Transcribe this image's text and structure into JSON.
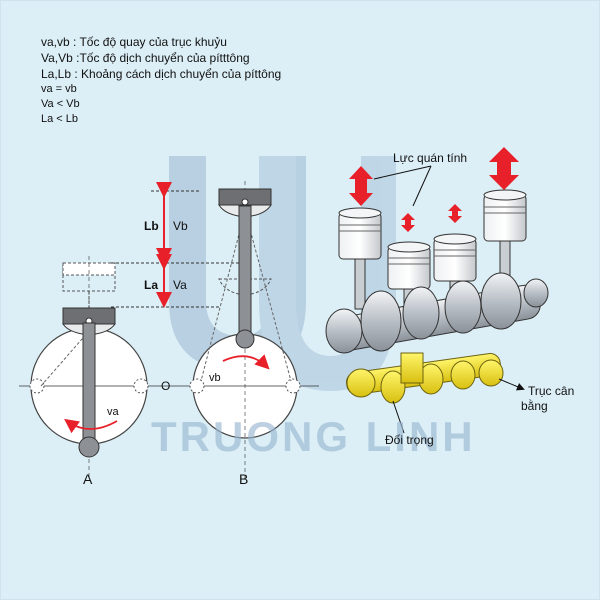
{
  "legend": [
    "va,vb : Tốc độ quay của trục khuỷu",
    "Va,Vb :Tốc độ dịch chuyển của pítttông",
    "La,Lb : Khoảng cách dịch chuyển của píttông"
  ],
  "relations": [
    "va = vb",
    "Va < Vb",
    "La < Lb"
  ],
  "watermark": "TRUONG LINH",
  "labels": {
    "Lb": "Lb",
    "Vb": "Vb",
    "La": "La",
    "Va": "Va",
    "va": "va",
    "vb": "vb",
    "O": "O",
    "A": "A",
    "B": "B",
    "inertia": "Lực quán tính",
    "shaft_line1": "Trục cân",
    "shaft_line2": "bằng",
    "counterweight": "Đối trọng"
  },
  "colors": {
    "background": "#dceff6",
    "arrow_red": "#e8202a",
    "counterweight_yellow": "#f2df2a",
    "watermark_blue": "#9ab7d2"
  }
}
